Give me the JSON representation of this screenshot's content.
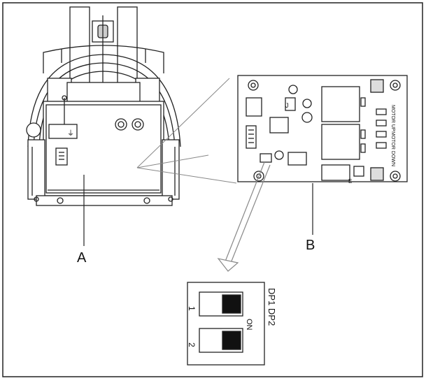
{
  "labels": {
    "part_a": "A",
    "part_b": "B"
  },
  "board_text": {
    "motor_up": "MOTOR UP",
    "motor_down": "MOTOR DOWN",
    "j_marker": "J",
    "e_marker": "E"
  },
  "dip_switch": {
    "header": "DP1 DP2",
    "on_label": "ON",
    "switch_1": "1",
    "switch_2": "2"
  }
}
